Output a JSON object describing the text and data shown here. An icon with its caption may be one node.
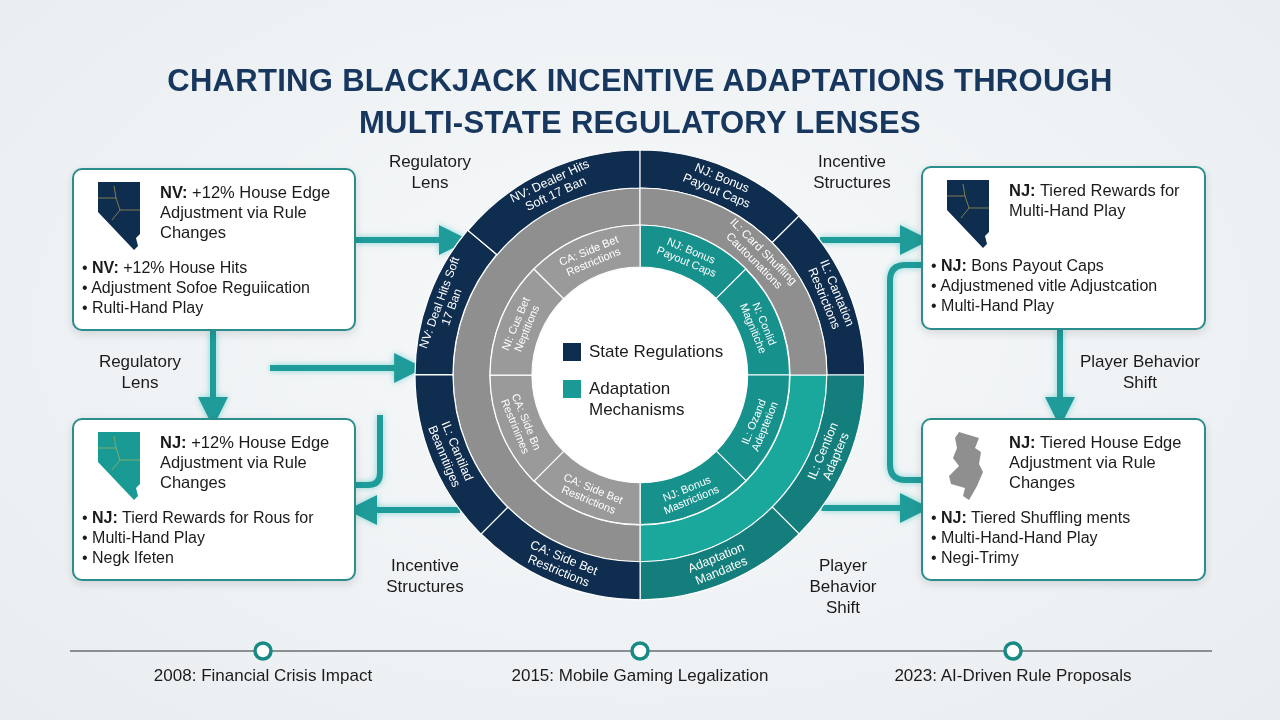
{
  "diagram": {
    "title": "CHARTING BLACKJACK INCENTIVE ADAPTATIONS THROUGH MULTI-STATE REGULATORY LENSES",
    "nodes": [
      {
        "text": [
          "**NV:** +12% House Edge Adjustment via Rule Changes",
          "• **NV:** +12% House Hits",
          "• Adjustment Sofoe Reguiication",
          "• Rulti-Hand Play"
        ]
      },
      {
        "text": [
          "**NJ:** Tiered Rewards for Multi-Hand Play",
          "• **NJ:** Bons Payout Caps",
          "• Adjustmened vitle Adjustcation",
          "• Multi-Hand Play"
        ]
      },
      {
        "text": [
          "**NJ:** +12% House Edge Adjustment via Rule Changes",
          "• **NJ:** Tierd Rewards for Rous for",
          "• Multi-Hand Play",
          "• Negk Ifeten"
        ]
      },
      {
        "text": [
          "**NJ:** Tiered House Edge Adjustment via Rule Changes",
          "• **NJ:** Tiered Shuffling ments",
          "• Multi-Hand-Hand Play",
          "• Negi-Trimy"
        ]
      },
      {
        "text": [
          "NV: Deal Hits Soft 17 Ban"
        ]
      },
      {
        "text": [
          "NV: Dealer Hits Soft 17 Ban"
        ]
      },
      {
        "text": [
          "NJ: Bonus Payout Caps"
        ]
      },
      {
        "text": [
          "IL: Cantation Restrictions"
        ]
      },
      {
        "text": [
          "IL: Cention Adapters"
        ]
      },
      {
        "text": [
          "Adaptation Mandates"
        ]
      },
      {
        "text": [
          "CA: Side Bet Restrictions"
        ]
      },
      {
        "text": [
          "IL: Cantilad Beanntiiges"
        ]
      },
      {
        "text": [
          "IL: Card Shuffling Cautounations"
        ]
      },
      {
        "text": [
          "NJ: Bonus Payout Caps"
        ]
      },
      {
        "text": [
          "N: Conlid Magnitiche"
        ]
      },
      {
        "text": [
          "IL: Ozand Adeptetion"
        ]
      },
      {
        "text": [
          "NJ: Bonus Mastrictions"
        ]
      },
      {
        "text": [
          "CA: Side Bet Restrictions"
        ]
      },
      {
        "text": [
          "CA: Side Bn Restrinimes"
        ]
      },
      {
        "text": [
          "NI: Cus Bet Neptitions"
        ]
      },
      {
        "text": [
          "CA: Side Bet Restrictions"
        ]
      }
    ],
    "edges": [
      {
        "from": 0,
        "to": 4,
        "arrow": "to",
        "label": "Regulatory Lens"
      },
      {
        "from": 0,
        "to": 2,
        "arrow": "to",
        "label": "Regulatory Lens"
      },
      {
        "from": null,
        "to": 4,
        "arrow": "to"
      },
      {
        "from": null,
        "to": 2,
        "arrow": "none"
      },
      {
        "from": 11,
        "to": 2,
        "arrow": "to",
        "label": "Incentive Structures"
      },
      {
        "from": 7,
        "to": 1,
        "arrow": "to",
        "label": "Incentive Structures"
      },
      {
        "from": 1,
        "to": 3,
        "arrow": "to",
        "label": "Player Behavior Shift"
      },
      {
        "from": 8,
        "to": 3,
        "arrow": "to",
        "label": "Player Behavior Shift"
      },
      {
        "from": 1,
        "to": 3,
        "arrow": "none"
      }
    ],
    "labels": [
      "2008: Financial Crisis Impact",
      "2015: Mobile Gaming Legalization",
      "2023: AI-Driven Rule Proposals"
    ],
    "legend": [
      {
        "text": "State Regulations",
        "color": "#0f2d4f"
      },
      {
        "text": "Adaptation Mechanisms",
        "color": "#1a9a94"
      }
    ]
  }
}
